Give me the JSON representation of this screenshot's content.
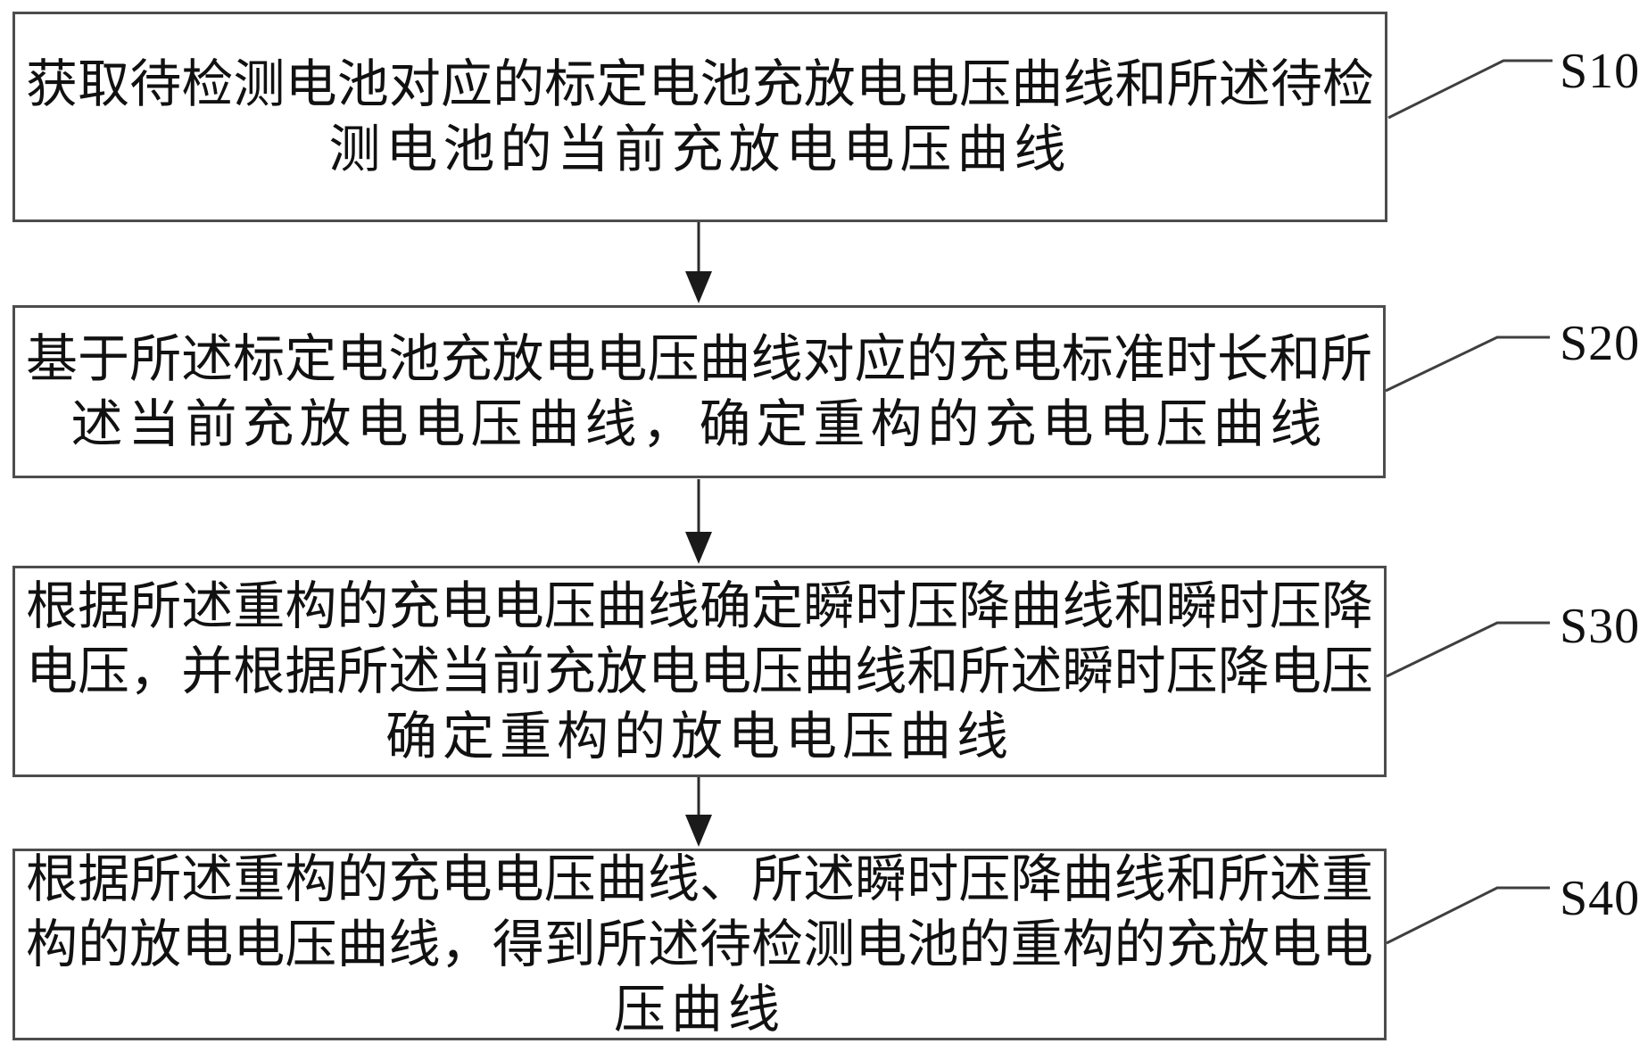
{
  "figure": {
    "type": "flowchart",
    "colors": {
      "border": "#4d4d4d",
      "text": "#111111",
      "arrow": "#1a1a1a",
      "background": "#ffffff"
    },
    "steps": [
      {
        "label": "S10",
        "lines": [
          "获取待检测电池对应的标定电池充放电电压曲线和所述待检",
          "测电池的当前充放电电压曲线"
        ]
      },
      {
        "label": "S20",
        "lines": [
          "基于所述标定电池充放电电压曲线对应的充电标准时长和所",
          "述当前充放电电压曲线，确定重构的充电电压曲线"
        ]
      },
      {
        "label": "S30",
        "lines": [
          "根据所述重构的充电电压曲线确定瞬时压降曲线和瞬时压降",
          "电压，并根据所述当前充放电电压曲线和所述瞬时压降电压",
          "确定重构的放电电压曲线"
        ]
      },
      {
        "label": "S40",
        "lines": [
          "根据所述重构的充电电压曲线、所述瞬时压降曲线和所述重",
          "构的放电电压曲线，得到所述待检测电池的重构的充放电电",
          "压曲线"
        ]
      }
    ]
  }
}
